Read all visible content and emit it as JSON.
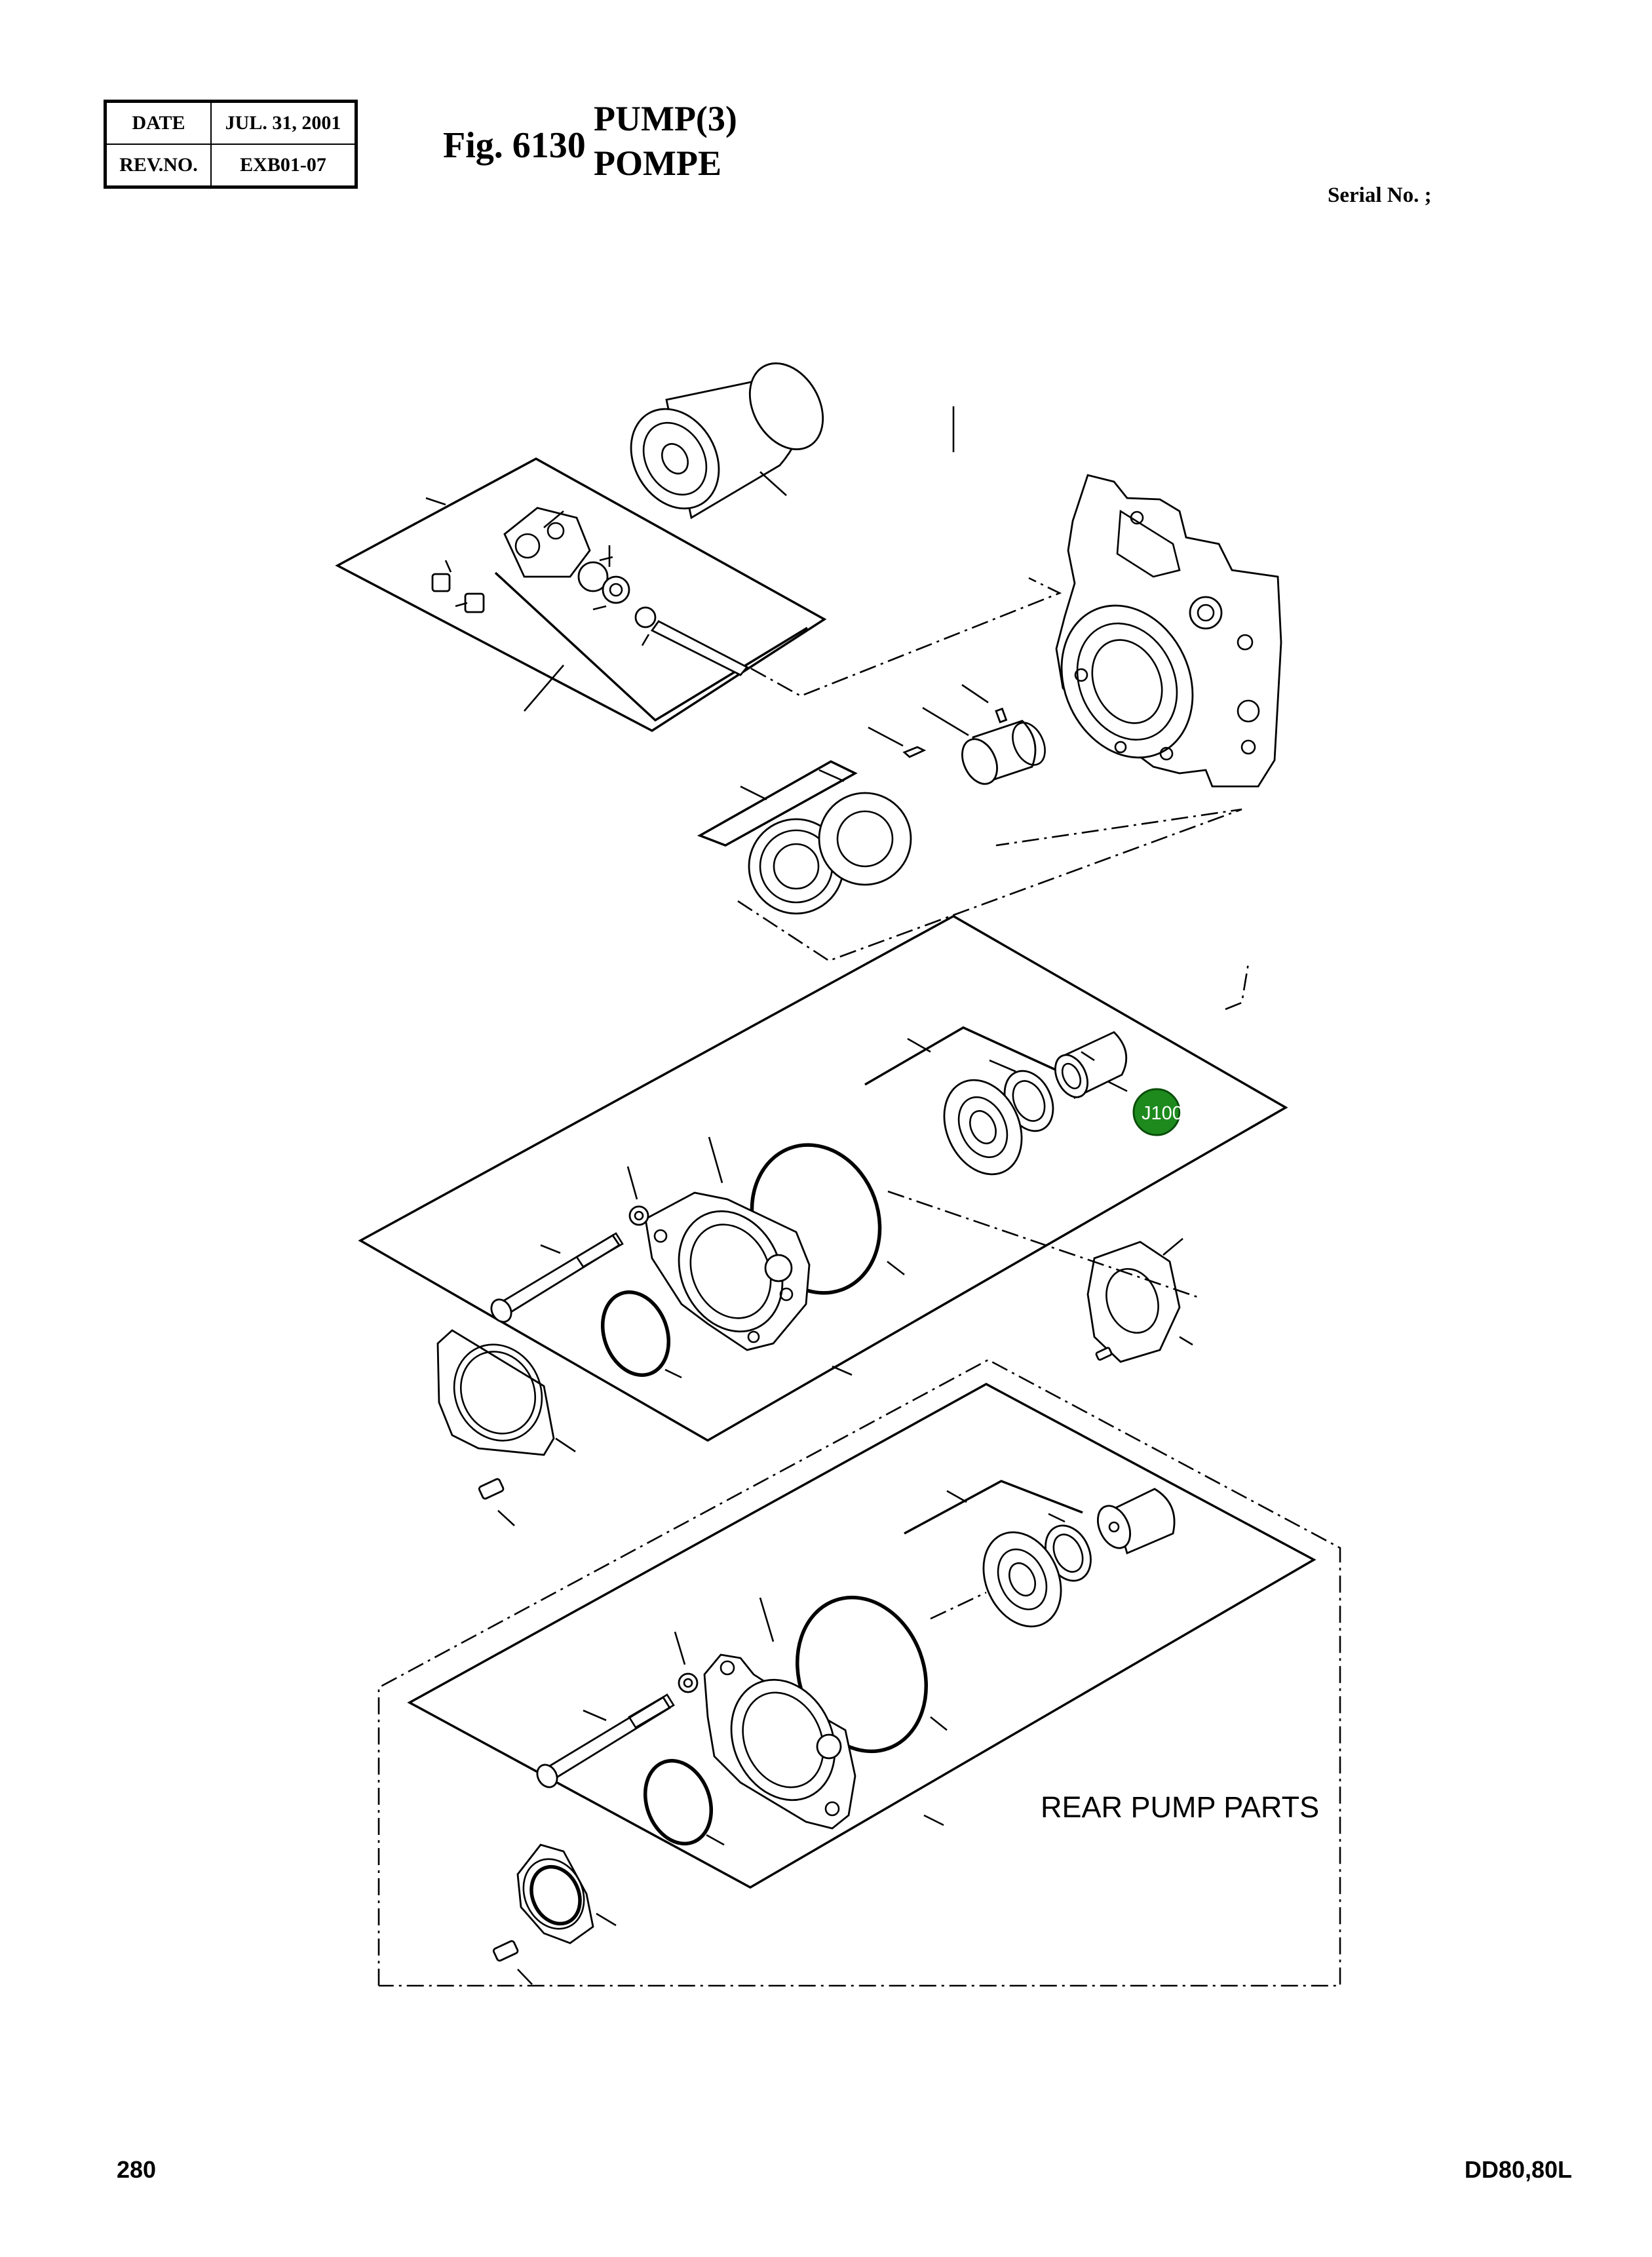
{
  "header": {
    "date_label": "DATE",
    "date_value": "JUL. 31, 2001",
    "rev_label": "REV.NO.",
    "rev_value": "EXB01-07"
  },
  "figure": {
    "number": "Fig. 6130",
    "title_en": "PUMP(3)",
    "title_fr": "POMPE"
  },
  "serial": "Serial No. ;",
  "diagram": {
    "rear_label": "REAR PUMP PARTS",
    "marker_label": "J100",
    "marker_color": "#1e8a1e"
  },
  "footer": {
    "page": "280",
    "model": "DD80,80L"
  }
}
